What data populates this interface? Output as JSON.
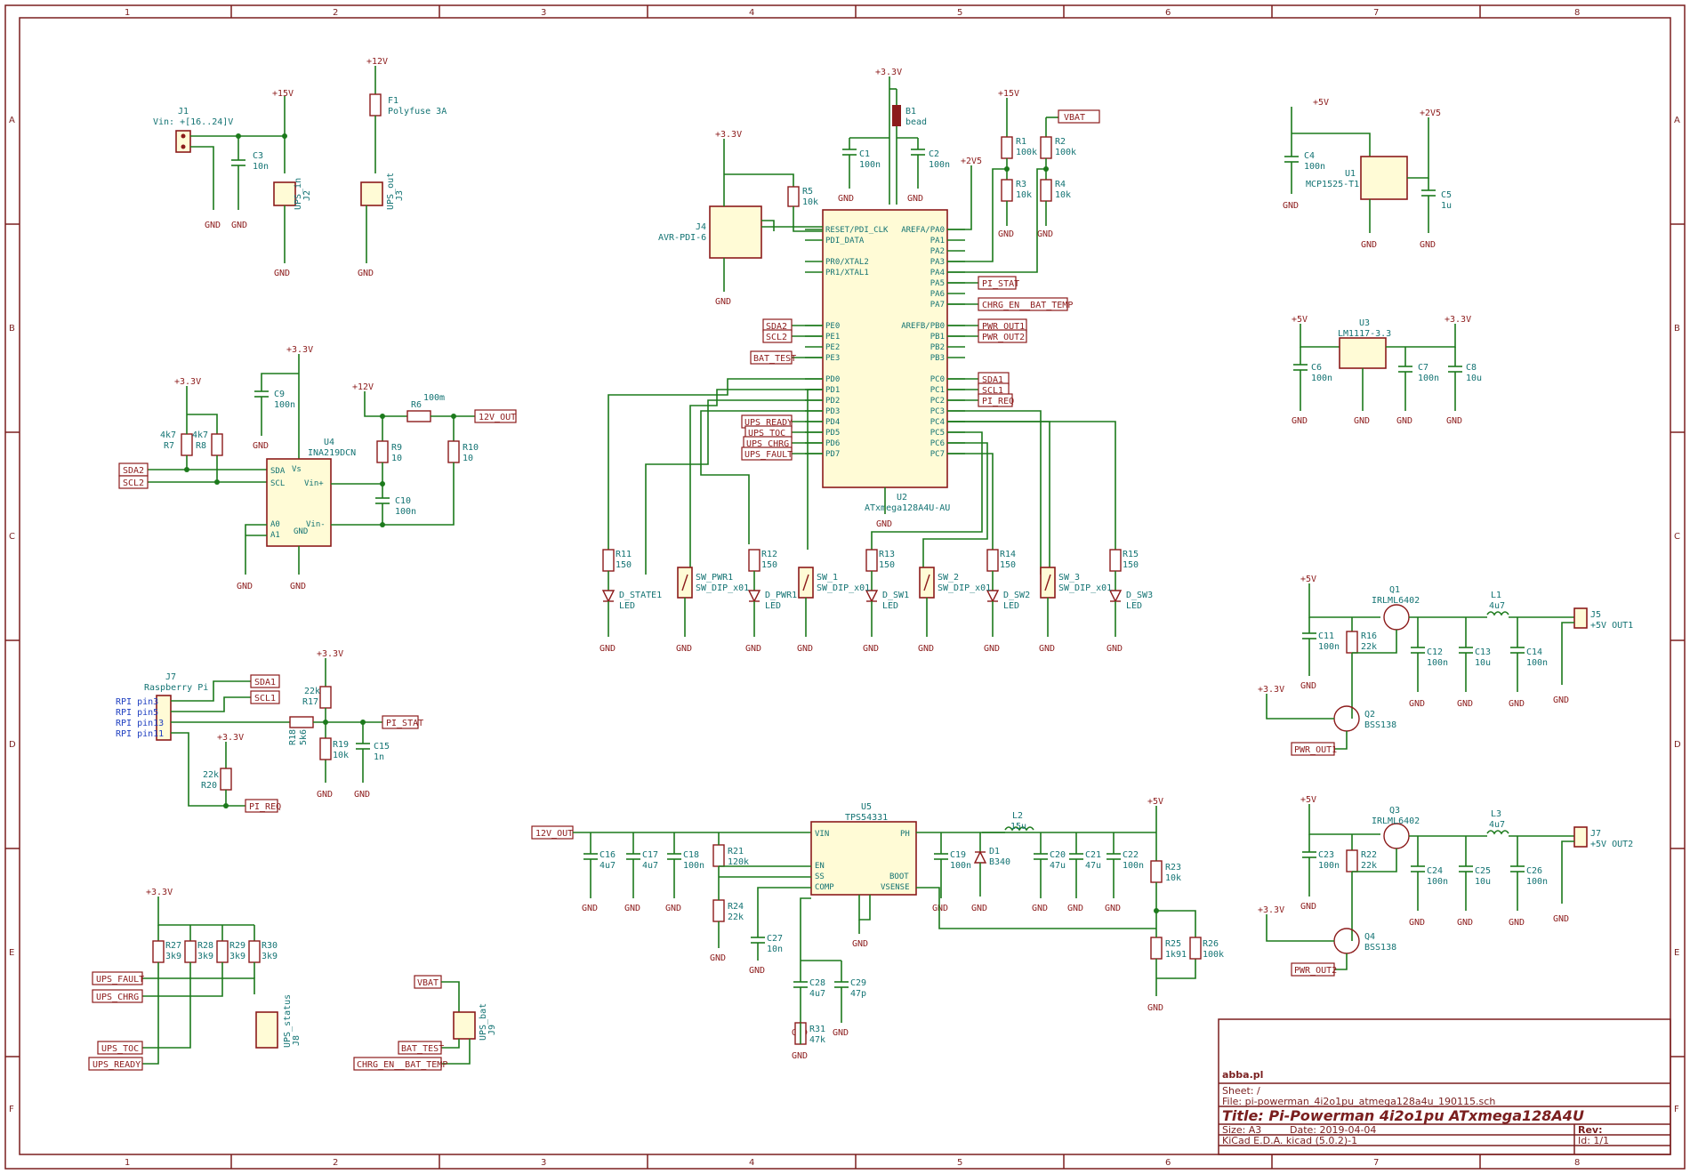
{
  "frame": {
    "cols": [
      "1",
      "2",
      "3",
      "4",
      "5",
      "6",
      "7",
      "8"
    ],
    "rows": [
      "A",
      "B",
      "C",
      "D",
      "E",
      "F"
    ]
  },
  "title_block": {
    "company": "abba.pl",
    "sheet": "Sheet: /",
    "file": "File: pi-powerman_4i2o1pu_atmega128a4u_190115.sch",
    "title": "Title: Pi-Powerman 4i2o1pu ATxmega128A4U",
    "size": "Size: A3",
    "date": "Date: 2019-04-04",
    "rev": "Rev:",
    "tool": "KiCad E.D.A.  kicad (5.0.2)-1",
    "id": "Id: 1/1"
  },
  "power_labels": {
    "p12v": "+12V",
    "p15v": "+15V",
    "p33v": "+3.3V",
    "p25v": "+2V5",
    "p5v": "+5V",
    "gnd": "GND",
    "p12v_b": "+12V"
  },
  "global_labels": {
    "vbat": "VBAT",
    "pi_stat": "PI_STAT",
    "chrg_en": "CHRG_EN__BAT_TEMP",
    "pwr_out1": "PWR_OUT1",
    "pwr_out2": "PWR_OUT2",
    "sda2": "SDA2",
    "scl2": "SCL2",
    "bat_test": "BAT_TEST",
    "sda1": "SDA1",
    "scl1": "SCL1",
    "pi_req": "PI_REQ",
    "ups_ready": "UPS_READY",
    "ups_toc": "UPS_TOC",
    "ups_chrg": "UPS_CHRG",
    "ups_fault": "UPS_FAULT",
    "out12v": "12V_OUT"
  },
  "components": {
    "j1_ref": "J1",
    "j1_val": "Vin: +[16..24]V",
    "j2_ref": "J2",
    "j2_val": "UPS_in",
    "j3_ref": "J3",
    "j3_val": "UPS_out",
    "f1_ref": "F1",
    "f1_val": "Polyfuse 3A",
    "c3_ref": "C3",
    "c3_val": "10n",
    "b1_ref": "B1",
    "b1_val": "bead",
    "c1_ref": "C1",
    "c1_val": "100n",
    "c2_ref": "C2",
    "c2_val": "100n",
    "r1_ref": "R1",
    "r1_val": "100k",
    "r2_ref": "R2",
    "r2_val": "100k",
    "r3_ref": "R3",
    "r3_val": "10k",
    "r4_ref": "R4",
    "r4_val": "10k",
    "r5_ref": "R5",
    "r5_val": "10k",
    "j4_ref": "J4",
    "j4_val": "AVR-PDI-6",
    "u2_ref": "U2",
    "u2_val": "ATxmega128A4U-AU",
    "c4_ref": "C4",
    "c4_val": "100n",
    "u1_ref": "U1",
    "u1_val": "MCP1525-T1",
    "c5_ref": "C5",
    "c5_val": "1u",
    "u3_ref": "U3",
    "u3_val": "LM1117-3.3",
    "c6_ref": "C6",
    "c6_val": "100n",
    "c7_ref": "C7",
    "c7_val": "100n",
    "c8_ref": "C8",
    "c8_val": "10u",
    "c9_ref": "C9",
    "c9_val": "100n",
    "u4_ref": "U4",
    "u4_val": "INA219DCN",
    "r6_ref": "R6",
    "r6_val": "100m",
    "r7_ref": "R7",
    "r7_val": "4k7",
    "r8_ref": "R8",
    "r8_val": "4k7",
    "r9_ref": "R9",
    "r9_val": "10",
    "r10_ref": "R10",
    "r10_val": "10",
    "c10_ref": "C10",
    "c10_val": "100n",
    "j7_ref": "J7",
    "j7_val": "Raspberry Pi",
    "r17_ref": "R17",
    "r17_val": "22k",
    "r18_ref": "R18",
    "r18_val": "5k6",
    "r19_ref": "R19",
    "r19_val": "10k",
    "c15_ref": "C15",
    "c15_val": "1n",
    "r20_ref": "R20",
    "r20_val": "22k",
    "u5_ref": "U5",
    "u5_val": "TPS54331",
    "l2_ref": "L2",
    "l2_val": "15u",
    "d1_ref": "D1",
    "d1_val": "B340",
    "j8_ref": "J8",
    "j8_val": "UPS_status",
    "j9_ref": "J9",
    "j9_val": "UPS_bat",
    "q1_ref": "Q1",
    "q1_val": "IRLML6402",
    "q2_ref": "Q2",
    "q2_val": "BSS138",
    "q3_ref": "Q3",
    "q3_val": "IRLML6402",
    "q4_ref": "Q4",
    "q4_val": "BSS138",
    "l1_ref": "L1",
    "l1_val": "4u7",
    "l3_ref": "L3",
    "l3_val": "4u7",
    "j5_ref": "J5",
    "j5_val": "+5V OUT1",
    "j6_ref": "J7",
    "j6_val": "+5V OUT2"
  },
  "pi_pins": [
    "RPI pin3",
    "RPI pin5",
    "RPI pin13",
    "RPI pin11"
  ],
  "u2_pins_left": [
    "RESET/PDI_CLK",
    "PDI_DATA",
    "PR0/XTAL2",
    "PR1/XTAL1",
    "PE0",
    "PE1",
    "PE2",
    "PE3",
    "PD0",
    "PD1",
    "PD2",
    "PD3",
    "PD4",
    "PD5",
    "PD6",
    "PD7"
  ],
  "u2_pins_right": [
    "AREFA/PA0",
    "PA1",
    "PA2",
    "PA3",
    "PA4",
    "PA5",
    "PA6",
    "PA7",
    "AREFB/PB0",
    "PB1",
    "PB2",
    "PB3",
    "PC0",
    "PC1",
    "PC2",
    "PC3",
    "PC4",
    "PC5",
    "PC6",
    "PC7"
  ],
  "leds": [
    {
      "rref": "R11",
      "rval": "150",
      "dref": "D_STATE1",
      "dval": "LED"
    },
    {
      "rref": "R12",
      "rval": "150",
      "dref": "D_PWR1",
      "dval": "LED"
    },
    {
      "rref": "R13",
      "rval": "150",
      "dref": "D_SW1",
      "dval": "LED"
    },
    {
      "rref": "R14",
      "rval": "150",
      "dref": "D_SW2",
      "dval": "LED"
    },
    {
      "rref": "R15",
      "rval": "150",
      "dref": "D_SW3",
      "dval": "LED"
    }
  ],
  "switches": [
    {
      "ref": "SW_PWR1",
      "val": "SW_DIP_x01"
    },
    {
      "ref": "SW_1",
      "val": "SW_DIP_x01"
    },
    {
      "ref": "SW_2",
      "val": "SW_DIP_x01"
    },
    {
      "ref": "SW_3",
      "val": "SW_DIP_x01"
    }
  ],
  "buck_caps": [
    {
      "ref": "C16",
      "val": "4u7"
    },
    {
      "ref": "C17",
      "val": "4u7"
    },
    {
      "ref": "C18",
      "val": "100n"
    },
    {
      "ref": "C19",
      "val": "100n"
    },
    {
      "ref": "C20",
      "val": "47u"
    },
    {
      "ref": "C21",
      "val": "47u"
    },
    {
      "ref": "C22",
      "val": "100n"
    },
    {
      "ref": "C27",
      "val": "10n"
    },
    {
      "ref": "C28",
      "val": "4u7"
    },
    {
      "ref": "C29",
      "val": "47p"
    }
  ],
  "buck_res": [
    {
      "ref": "R21",
      "val": "120k"
    },
    {
      "ref": "R24",
      "val": "22k"
    },
    {
      "ref": "R23",
      "val": "10k"
    },
    {
      "ref": "R25",
      "val": "1k91"
    },
    {
      "ref": "R26",
      "val": "100k"
    },
    {
      "ref": "R31",
      "val": "47k"
    }
  ],
  "status_res": [
    {
      "ref": "R27",
      "val": "3k9"
    },
    {
      "ref": "R28",
      "val": "3k9"
    },
    {
      "ref": "R29",
      "val": "3k9"
    },
    {
      "ref": "R30",
      "val": "3k9"
    }
  ],
  "out1_parts": [
    {
      "ref": "C11",
      "val": "100n"
    },
    {
      "ref": "R16",
      "val": "22k"
    },
    {
      "ref": "C12",
      "val": "100n"
    },
    {
      "ref": "C13",
      "val": "10u"
    },
    {
      "ref": "C14",
      "val": "100n"
    }
  ],
  "out2_parts": [
    {
      "ref": "C23",
      "val": "100n"
    },
    {
      "ref": "R22",
      "val": "22k"
    },
    {
      "ref": "C24",
      "val": "100n"
    },
    {
      "ref": "C25",
      "val": "10u"
    },
    {
      "ref": "C26",
      "val": "100n"
    }
  ]
}
